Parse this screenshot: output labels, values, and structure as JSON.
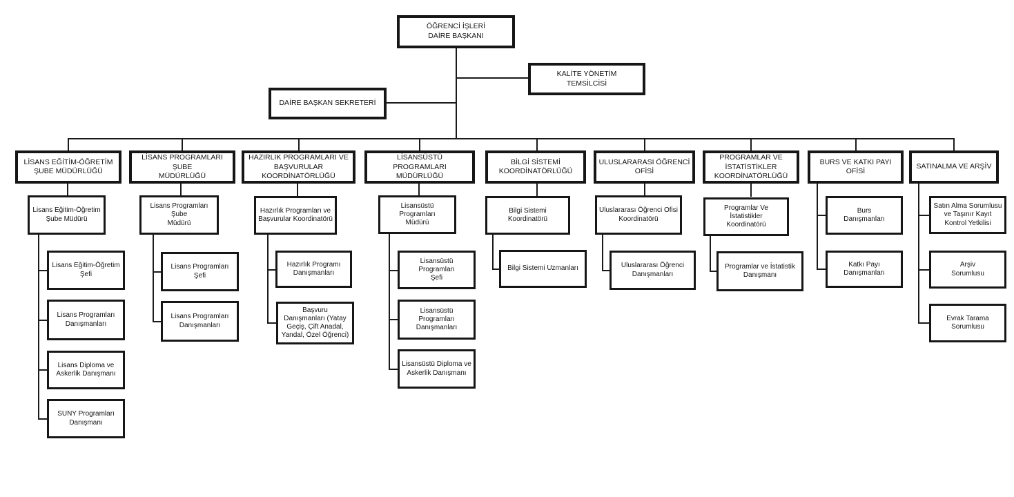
{
  "org": {
    "root": "ÖĞRENCİ İŞLERİ\nDAİRE BAŞKANI",
    "quality": "KALİTE YÖNETİM\nTEMSİLCİSİ",
    "secretary": "DAİRE BAŞKAN SEKRETERİ",
    "columns": [
      {
        "header": "LİSANS EĞİTİM-ÖĞRETİM\nŞUBE MÜDÜRLÜĞÜ",
        "manager": "Lisans Eğitim-Öğretim\nŞube Müdürü",
        "children": [
          "Lisans Eğitim-Öğretim\nŞefi",
          "Lisans Programları\nDanışmanları",
          "Lisans Diploma ve\nAskerlik Danışmanı",
          "SUNY Programları\nDanışmanı"
        ]
      },
      {
        "header": "LİSANS PROGRAMLARI ŞUBE\nMÜDÜRLÜĞÜ",
        "manager": "Lisans Programları Şube\nMüdürü",
        "children": [
          "Lisans Programları Şefi",
          "Lisans Programları\nDanışmanları"
        ]
      },
      {
        "header": "HAZIRLIK PROGRAMLARI VE\nBAŞVURULAR\nKOORDİNATÖRLÜĞÜ",
        "manager": "Hazırlık Programları ve\nBaşvurular Koordinatörü",
        "children": [
          "Hazırlık Programı\nDanışmanları",
          "Başvuru\nDanışmanları (Yatay\nGeçiş, Çift Anadal,\nYandal, Özel Öğrenci)"
        ]
      },
      {
        "header": "LİSANSÜSTÜ\nPROGRAMLARI MÜDÜRLÜĞÜ",
        "manager": "Lisansüstü Programları\nMüdürü",
        "children": [
          "Lisansüstü Programları\nŞefi",
          "Lisansüstü Programları\nDanışmanları",
          "Lisansüstü Diploma ve\nAskerlik Danışmanı"
        ]
      },
      {
        "header": "BİLGİ SİSTEMİ\nKOORDİNATÖRLÜĞÜ",
        "manager": "Bilgi Sistemi Koordinatörü",
        "children": [
          "Bilgi Sistemi Uzmanları"
        ]
      },
      {
        "header": "ULUSLARARASI ÖĞRENCİ\nOFİSİ",
        "manager": "Uluslararası Öğrenci Ofisi\nKoordinatörü",
        "children": [
          "Uluslararası Öğrenci\nDanışmanları"
        ]
      },
      {
        "header": "PROGRAMLAR VE\nİSTATİSTİKLER\nKOORDİNATÖRLÜĞÜ",
        "manager": "Programlar Ve İstatistikler\nKoordinatörü",
        "children": [
          "Programlar ve İstatistik\nDanışmanı"
        ]
      },
      {
        "header": "BURS VE KATKI PAYI OFİSİ",
        "manager": null,
        "children": [
          "Burs\nDanışmanları",
          "Katkı Payı\nDanışmanları"
        ]
      },
      {
        "header": "SATINALMA VE ARŞİV",
        "manager": null,
        "children": [
          "Satın Alma Sorumlusu\nve Taşınır Kayıt\nKontrol Yetkilisi",
          "Arşiv\nSorumlusu",
          "Evrak Tarama\nSorumlusu"
        ]
      }
    ]
  }
}
